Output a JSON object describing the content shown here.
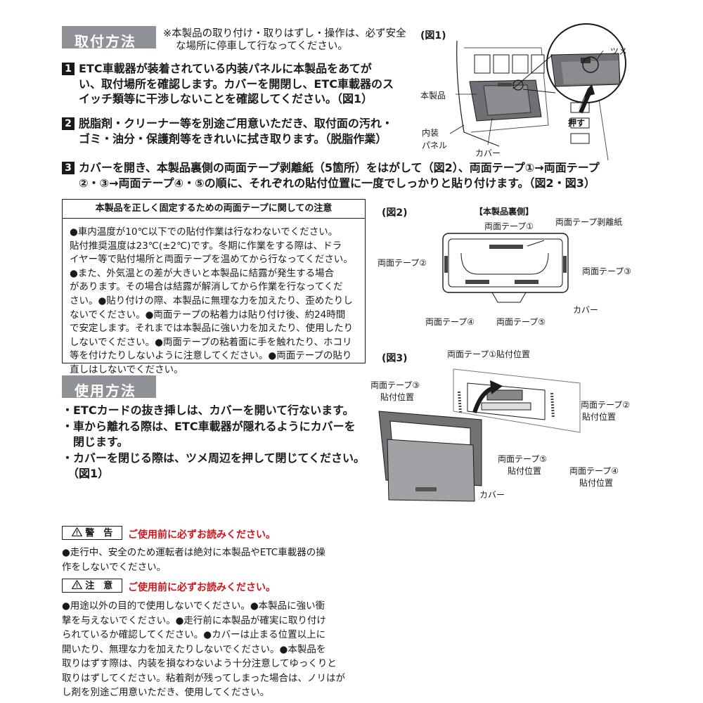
{
  "install": {
    "heading": "取付方法",
    "safety_note_1": "※本製品の取り付け・取りはずし・操作は、必ず安全",
    "safety_note_2": "な場所に停車して行なってください。",
    "steps": [
      {
        "num": "1",
        "lines": [
          "ETC車載器が装着されている内装パネルに本製品をあてが",
          "い、取付場所を確認します。カバーを開閉し、ETC車載器のス",
          "イッチ類等に干渉しないことを確認してください。（図1）"
        ]
      },
      {
        "num": "2",
        "lines": [
          "脱脂剤・クリーナー等を別途ご用意いただき、取付面の汚れ・",
          "ゴミ・油分・保護剤等をきれいに拭き取ります。（脱脂作業）"
        ]
      },
      {
        "num": "3",
        "lines": [
          "カバーを開き、本製品裏側の両面テープ剥離紙（5箇所）をはがして（図2）、両面テープ①→両面テープ",
          "②・③→両面テープ④・⑤の順に、それぞれの貼付位置に一度でしっかりと貼り付けます。（図2・図3）"
        ]
      }
    ]
  },
  "tape_caution": {
    "title": "本製品を正しく固定するための両面テープに関しての注意",
    "lines": [
      "●車内温度が10℃以下での貼付作業は行なわないでください。",
      "貼付推奨温度は23℃(±2℃)です。冬期に作業をする際は、ドラ",
      "イヤー等で貼付場所と両面テープを温めてから行なってください。",
      "●また、外気温との差が大きいと本製品に結露が発生する場合",
      "があります。その場合は結露が解消してから作業を行なってくだ",
      "さい。●貼り付けの際、本製品に無理な力を加えたり、歪めたりし",
      "ないでください。●両面テープの粘着力は貼り付け後、約24時間",
      "で安定します。それまでは本製品に強い力を加えたり、使用したり",
      "しないでください。●両面テープの粘着面に手を触れたり、ホコリ",
      "等を付けたりしないように注意してください。●両面テープの貼り",
      "直しはしないでください。"
    ]
  },
  "usage": {
    "heading": "使用方法",
    "lines": [
      "・ETCカードの抜き挿しは、カバーを開いて行ないます。",
      "・車から離れる際は、ETC車載器が隠れるようにカバーを",
      "　閉じます。",
      "・カバーを閉じる際は、ツメ周辺を押して閉じてください。",
      "　（図1）"
    ]
  },
  "warning": {
    "badge": "警　告",
    "notice": "ご使用前に必ずお読みください。",
    "lines": [
      "●走行中、安全のため運転者は絶対に本製品やETC車載器の操",
      "作をしないでください。"
    ]
  },
  "caution": {
    "badge": "注　意",
    "notice": "ご使用前に必ずお読みください。",
    "lines": [
      "●用途以外の目的で使用しないでください。●本製品に強い衝",
      "撃を与えないでください。●走行前に本製品が確実に取り付け",
      "られているか確認してください。●カバーは止まる位置以上に",
      "開いたり、無理な力を加えたりしないでください。●本製品を",
      "取りはずす際は、内装を損なわないよう十分注意してゆっくりと",
      "取りはずしてください。粘着剤が残ってしまった場合は、ノリはが",
      "し剤を別途ご用意いただき、使用してください。"
    ]
  },
  "fig1": {
    "label": "(図1)",
    "callouts": {
      "tsume": "ツメ",
      "product": "本製品",
      "push": "押す",
      "panel_1": "内装",
      "panel_2": "パネル",
      "cover": "カバー"
    }
  },
  "fig2": {
    "label": "(図2)",
    "subtitle": "【本製品裏側】",
    "callouts": {
      "tape1": "両面テープ①",
      "release_paper": "両面テープ剥離紙",
      "tape2": "両面テープ②",
      "tape3": "両面テープ③",
      "tape4": "両面テープ④",
      "tape5": "両面テープ⑤",
      "cover": "カバー"
    }
  },
  "fig3": {
    "label": "(図3)",
    "callouts": {
      "tape1_pos": "両面テープ①貼付位置",
      "tape3_a": "両面テープ③",
      "tape3_b": "貼付位置",
      "tape2_a": "両面テープ②",
      "tape2_b": "貼付位置",
      "tape5_a": "両面テープ⑤",
      "tape5_b": "貼付位置",
      "tape4_a": "両面テープ④",
      "tape4_b": "貼付位置",
      "cover": "カバー"
    }
  },
  "colors": {
    "heading_bg": "#8e9196",
    "warning_red": "#d0141c",
    "ink": "#1a1a1a"
  },
  "icons": {
    "warning": "warning-triangle-icon"
  }
}
